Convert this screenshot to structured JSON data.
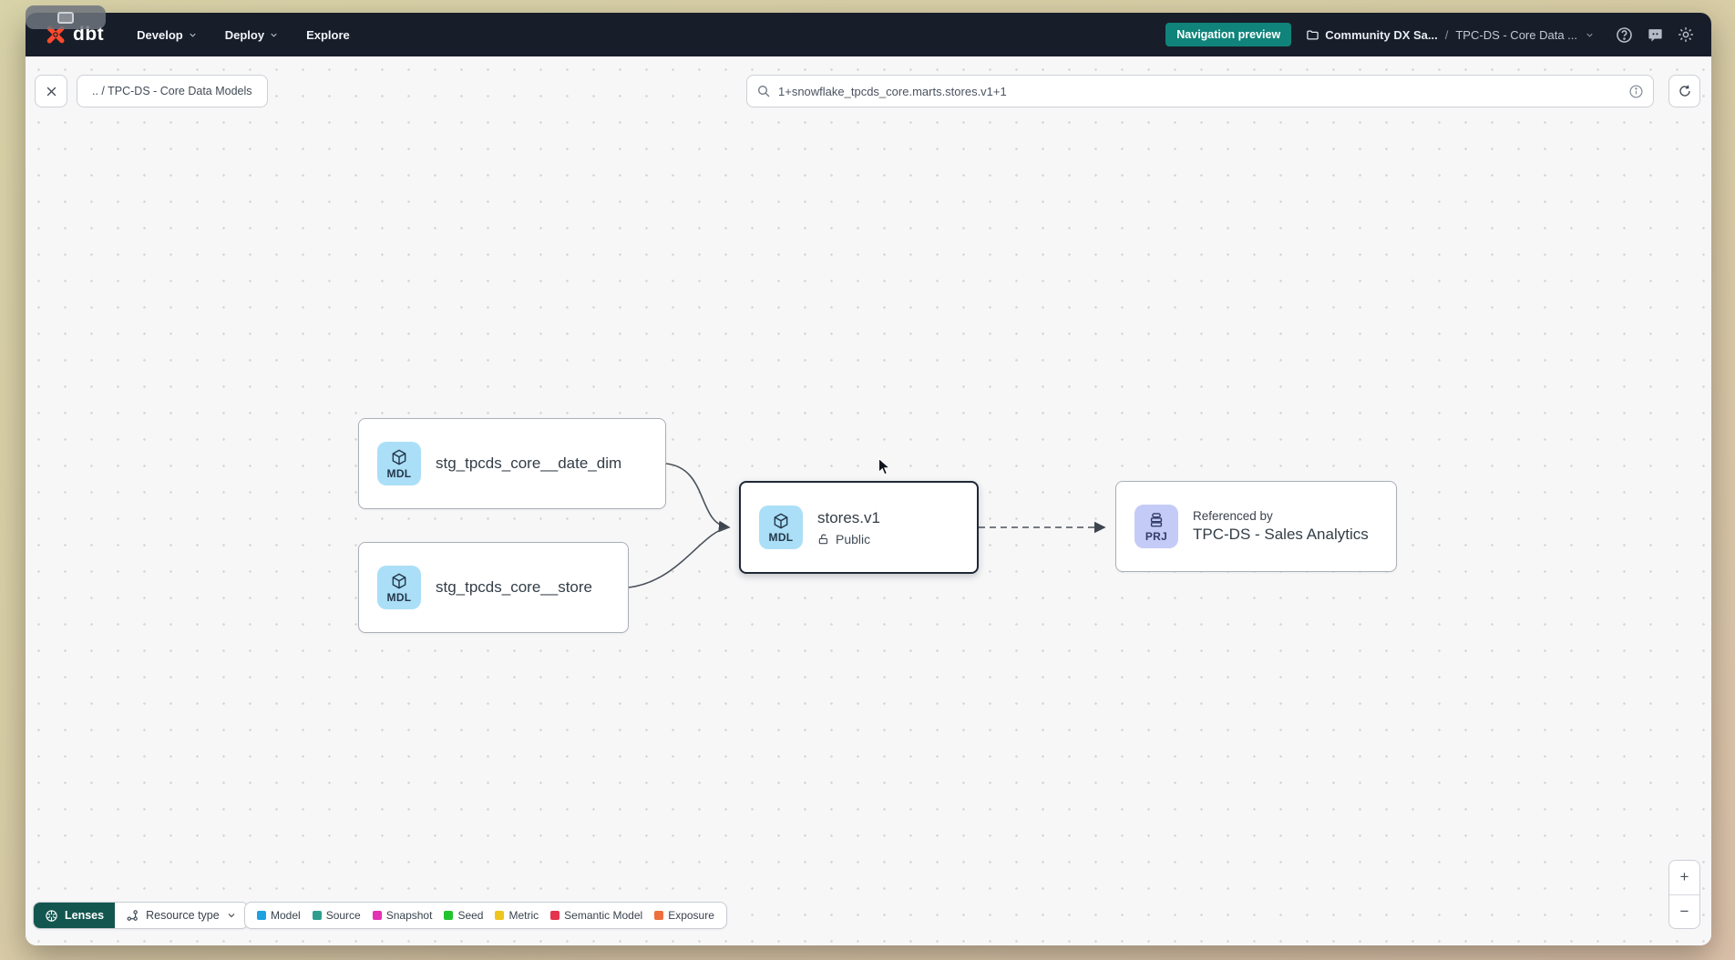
{
  "navbar": {
    "logo_text": "dbt",
    "items": [
      {
        "label": "Develop"
      },
      {
        "label": "Deploy"
      },
      {
        "label": "Explore"
      }
    ],
    "preview_badge": "Navigation preview",
    "account": "Community DX Sa...",
    "breadcrumb_sep": "/",
    "project": "TPC-DS - Core Data ..."
  },
  "toolbar": {
    "breadcrumb_chip": ".. / TPC-DS - Core Data Models",
    "search_value": "1+snowflake_tpcds_core.marts.stores.v1+1"
  },
  "graph": {
    "nodes": [
      {
        "badge": "MDL",
        "label": "stg_tpcds_core__date_dim"
      },
      {
        "badge": "MDL",
        "label": "stg_tpcds_core__store"
      },
      {
        "badge": "MDL",
        "label": "stores.v1",
        "access": "Public"
      },
      {
        "badge": "PRJ",
        "kicker": "Referenced by",
        "label": "TPC-DS - Sales Analytics"
      }
    ]
  },
  "footer": {
    "lenses_label": "Lenses",
    "resource_type_label": "Resource type",
    "legend": [
      {
        "label": "Model",
        "color": "#1da1e0"
      },
      {
        "label": "Source",
        "color": "#2f9e8f"
      },
      {
        "label": "Snapshot",
        "color": "#e332b4"
      },
      {
        "label": "Seed",
        "color": "#22c32e"
      },
      {
        "label": "Metric",
        "color": "#eec51d"
      },
      {
        "label": "Semantic Model",
        "color": "#e5344d"
      },
      {
        "label": "Exposure",
        "color": "#ee6f3d"
      }
    ],
    "zoom_in": "+",
    "zoom_out": "−"
  },
  "colors": {
    "navbar_bg": "#171e2a",
    "accent_teal": "#10847a",
    "lenses_teal": "#12564f",
    "logo_orange": "#ff4a2d",
    "selected_border": "#1f2836",
    "mdl_badge_bg": "#abdff7",
    "prj_badge_bg": "#c4cbf6"
  }
}
